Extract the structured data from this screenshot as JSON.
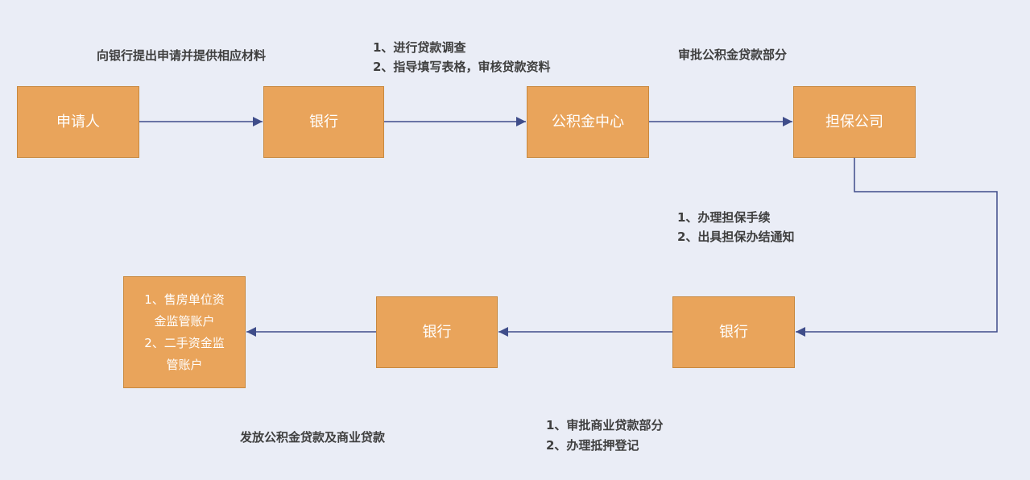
{
  "colors": {
    "background": "#EAEDF6",
    "node_fill": "#E9A45B",
    "node_border": "#C8883E",
    "node_text": "#FFFFFF",
    "connector": "#3F4D8A",
    "label_text": "#3F3F3F"
  },
  "nodes": [
    {
      "id": "applicant",
      "label": "申请人"
    },
    {
      "id": "bank-top",
      "label": "银行"
    },
    {
      "id": "fund-center",
      "label": "公积金中心"
    },
    {
      "id": "guarantee-company",
      "label": "担保公司"
    },
    {
      "id": "bank-bottom-right",
      "label": "银行"
    },
    {
      "id": "bank-bottom-middle",
      "label": "银行"
    },
    {
      "id": "supervision-accounts",
      "label": "1、售房单位资\n金监管账户\n2、二手资金监\n管账户"
    }
  ],
  "labels": [
    {
      "id": "step-apply",
      "text": "向银行提出申请并提供相应材料"
    },
    {
      "id": "step-investigate",
      "text": "1、进行贷款调查\n2、指导填写表格，审核贷款资料"
    },
    {
      "id": "step-approve-fund",
      "text": "审批公积金贷款部分"
    },
    {
      "id": "step-guarantee",
      "text": "1、办理担保手续\n2、出具担保办结通知"
    },
    {
      "id": "step-issue-loan",
      "text": "发放公积金贷款及商业贷款"
    },
    {
      "id": "step-approve-commercial",
      "text": "1、审批商业贷款部分\n2、办理抵押登记"
    }
  ]
}
